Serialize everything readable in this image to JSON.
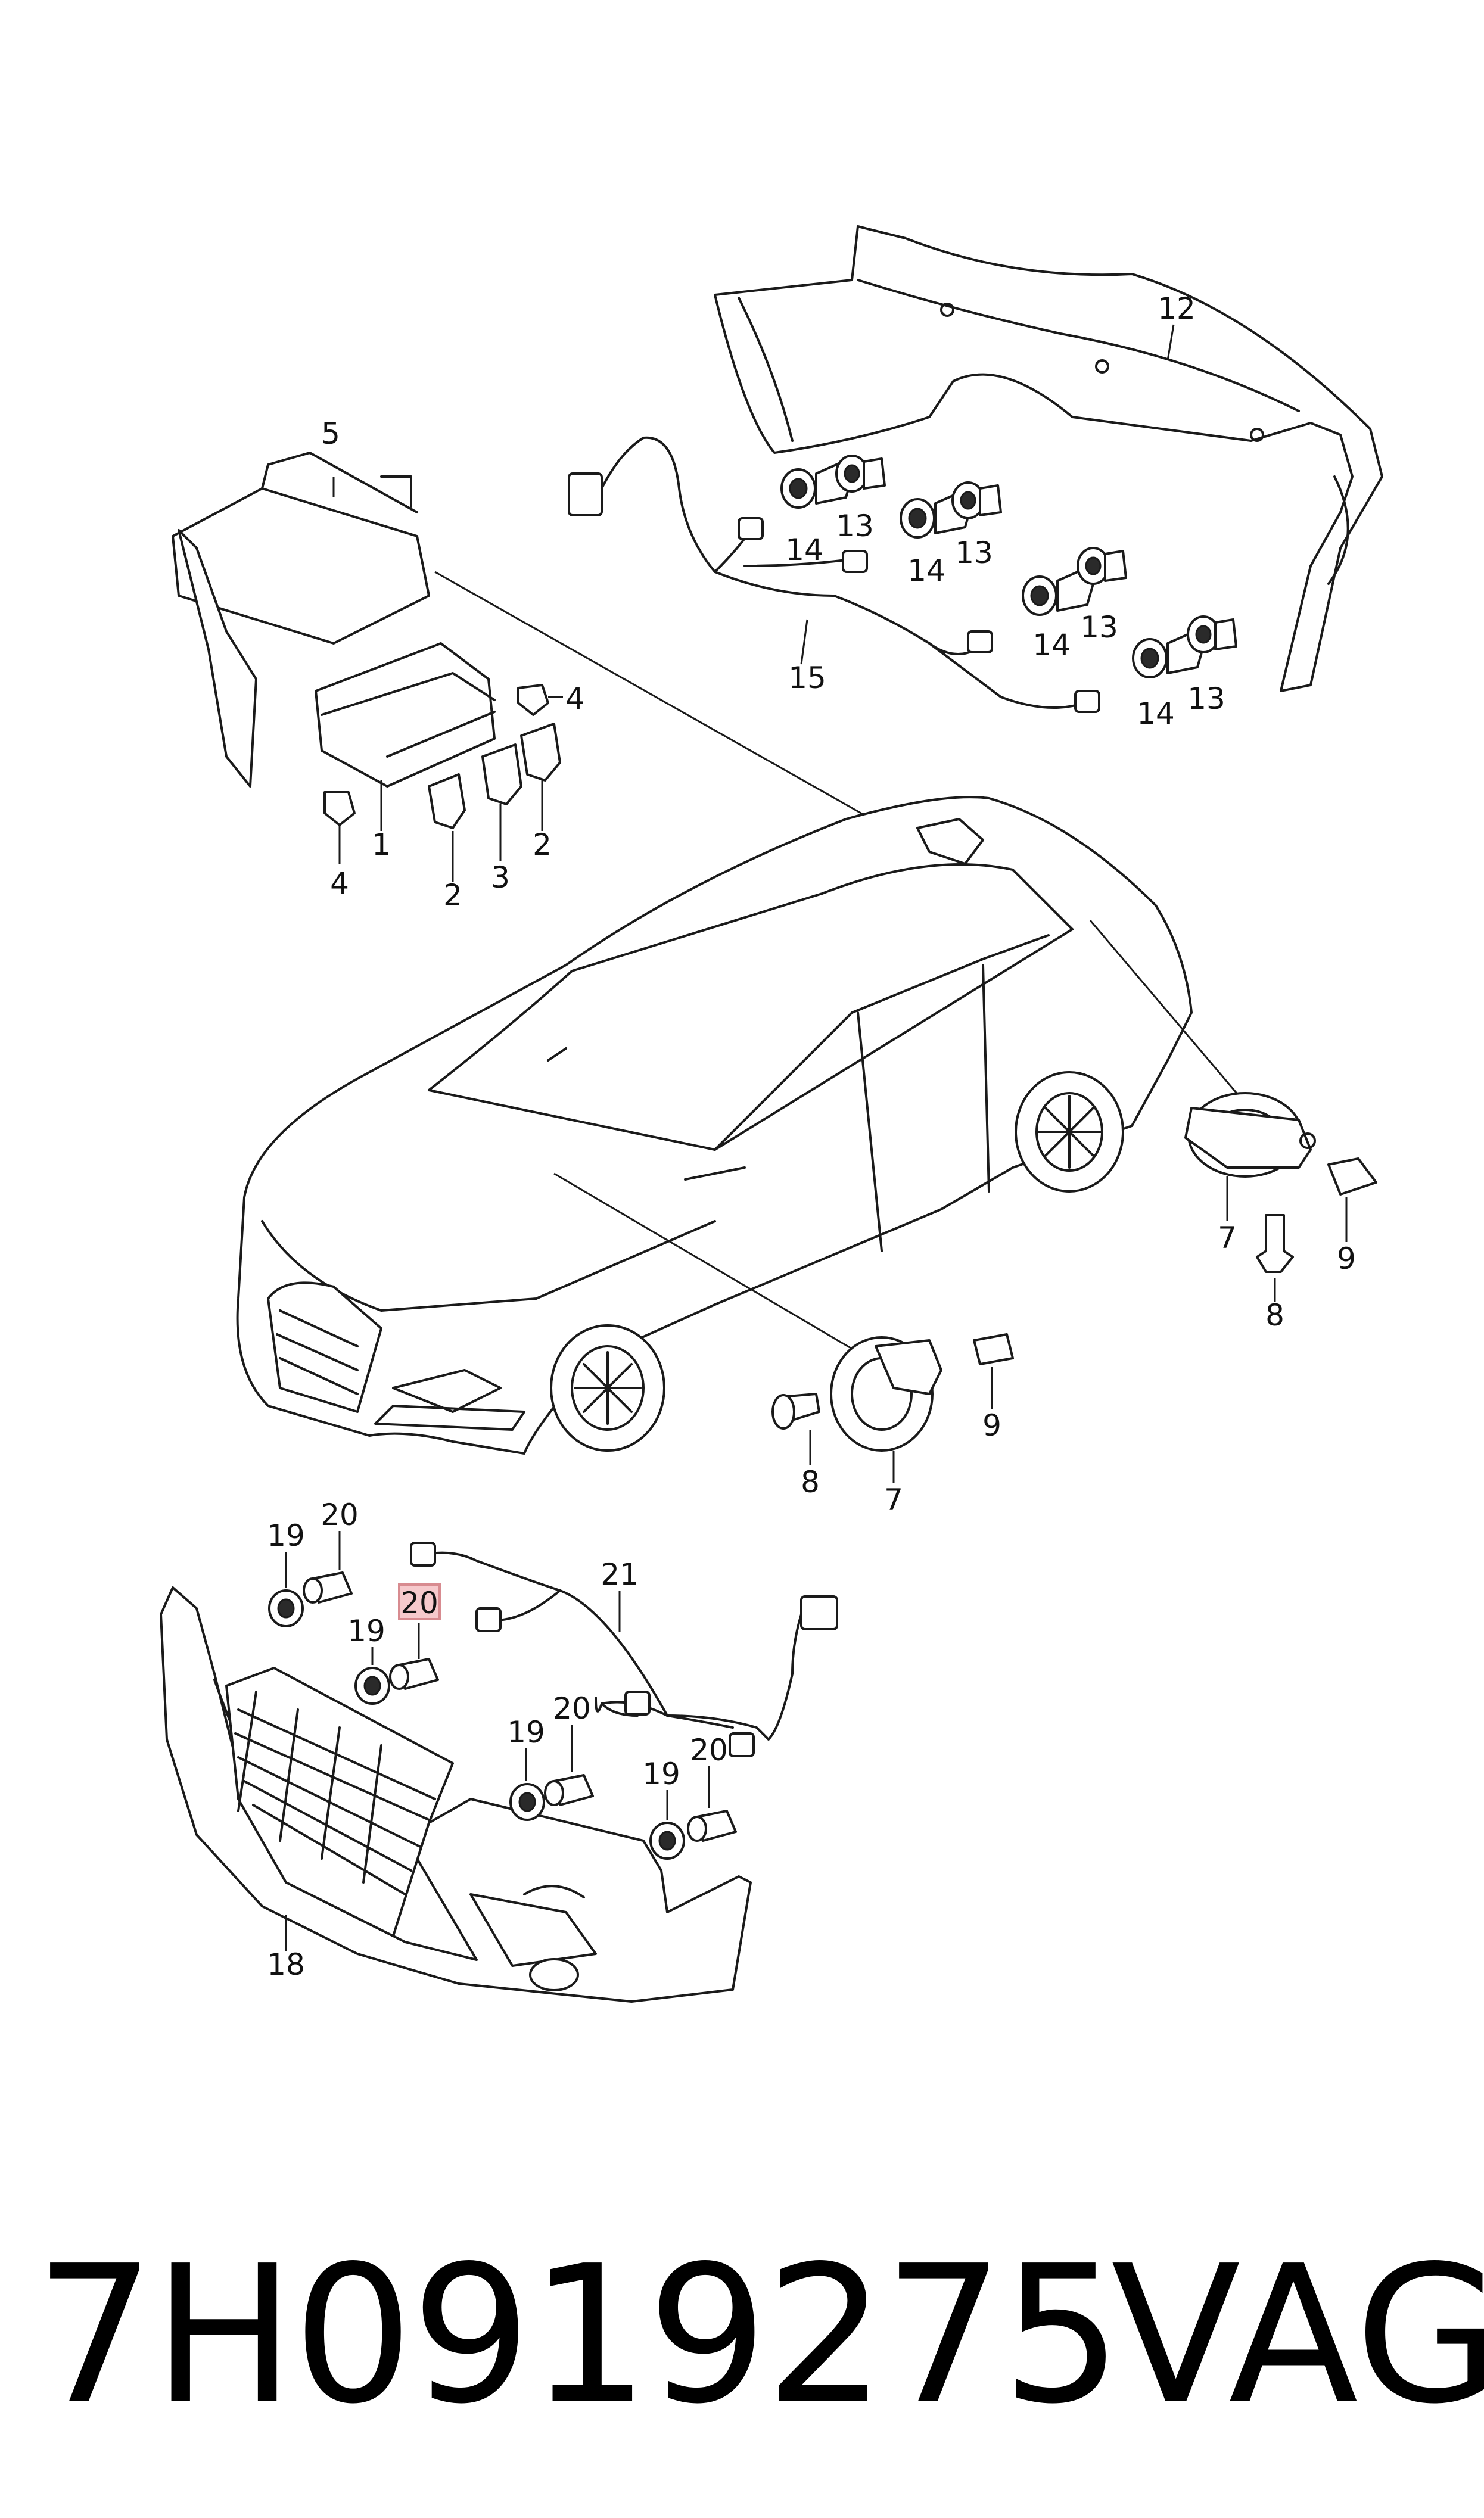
{
  "diagram": {
    "callouts": {
      "c1": "1",
      "c2a": "2",
      "c2b": "2",
      "c3": "3",
      "c4a": "4",
      "c4b": "4",
      "c5": "5",
      "c7a": "7",
      "c7b": "7",
      "c8a": "8",
      "c8b": "8",
      "c9a": "9",
      "c9b": "9",
      "c12": "12",
      "c13a": "13",
      "c13b": "13",
      "c13c": "13",
      "c13d": "13",
      "c14a": "14",
      "c14b": "14",
      "c14c": "14",
      "c14d": "14",
      "c15": "15",
      "c18": "18",
      "c19a": "19",
      "c19b": "19",
      "c19c": "19",
      "c19d": "19",
      "c20a": "20",
      "c20b": "20",
      "c20c": "20",
      "c20d": "20",
      "c21": "21"
    },
    "highlighted_callout": "20",
    "highlight_color": "#f6c9cc"
  },
  "footer": {
    "part_number": "7H0919275",
    "brand": "VAG"
  }
}
